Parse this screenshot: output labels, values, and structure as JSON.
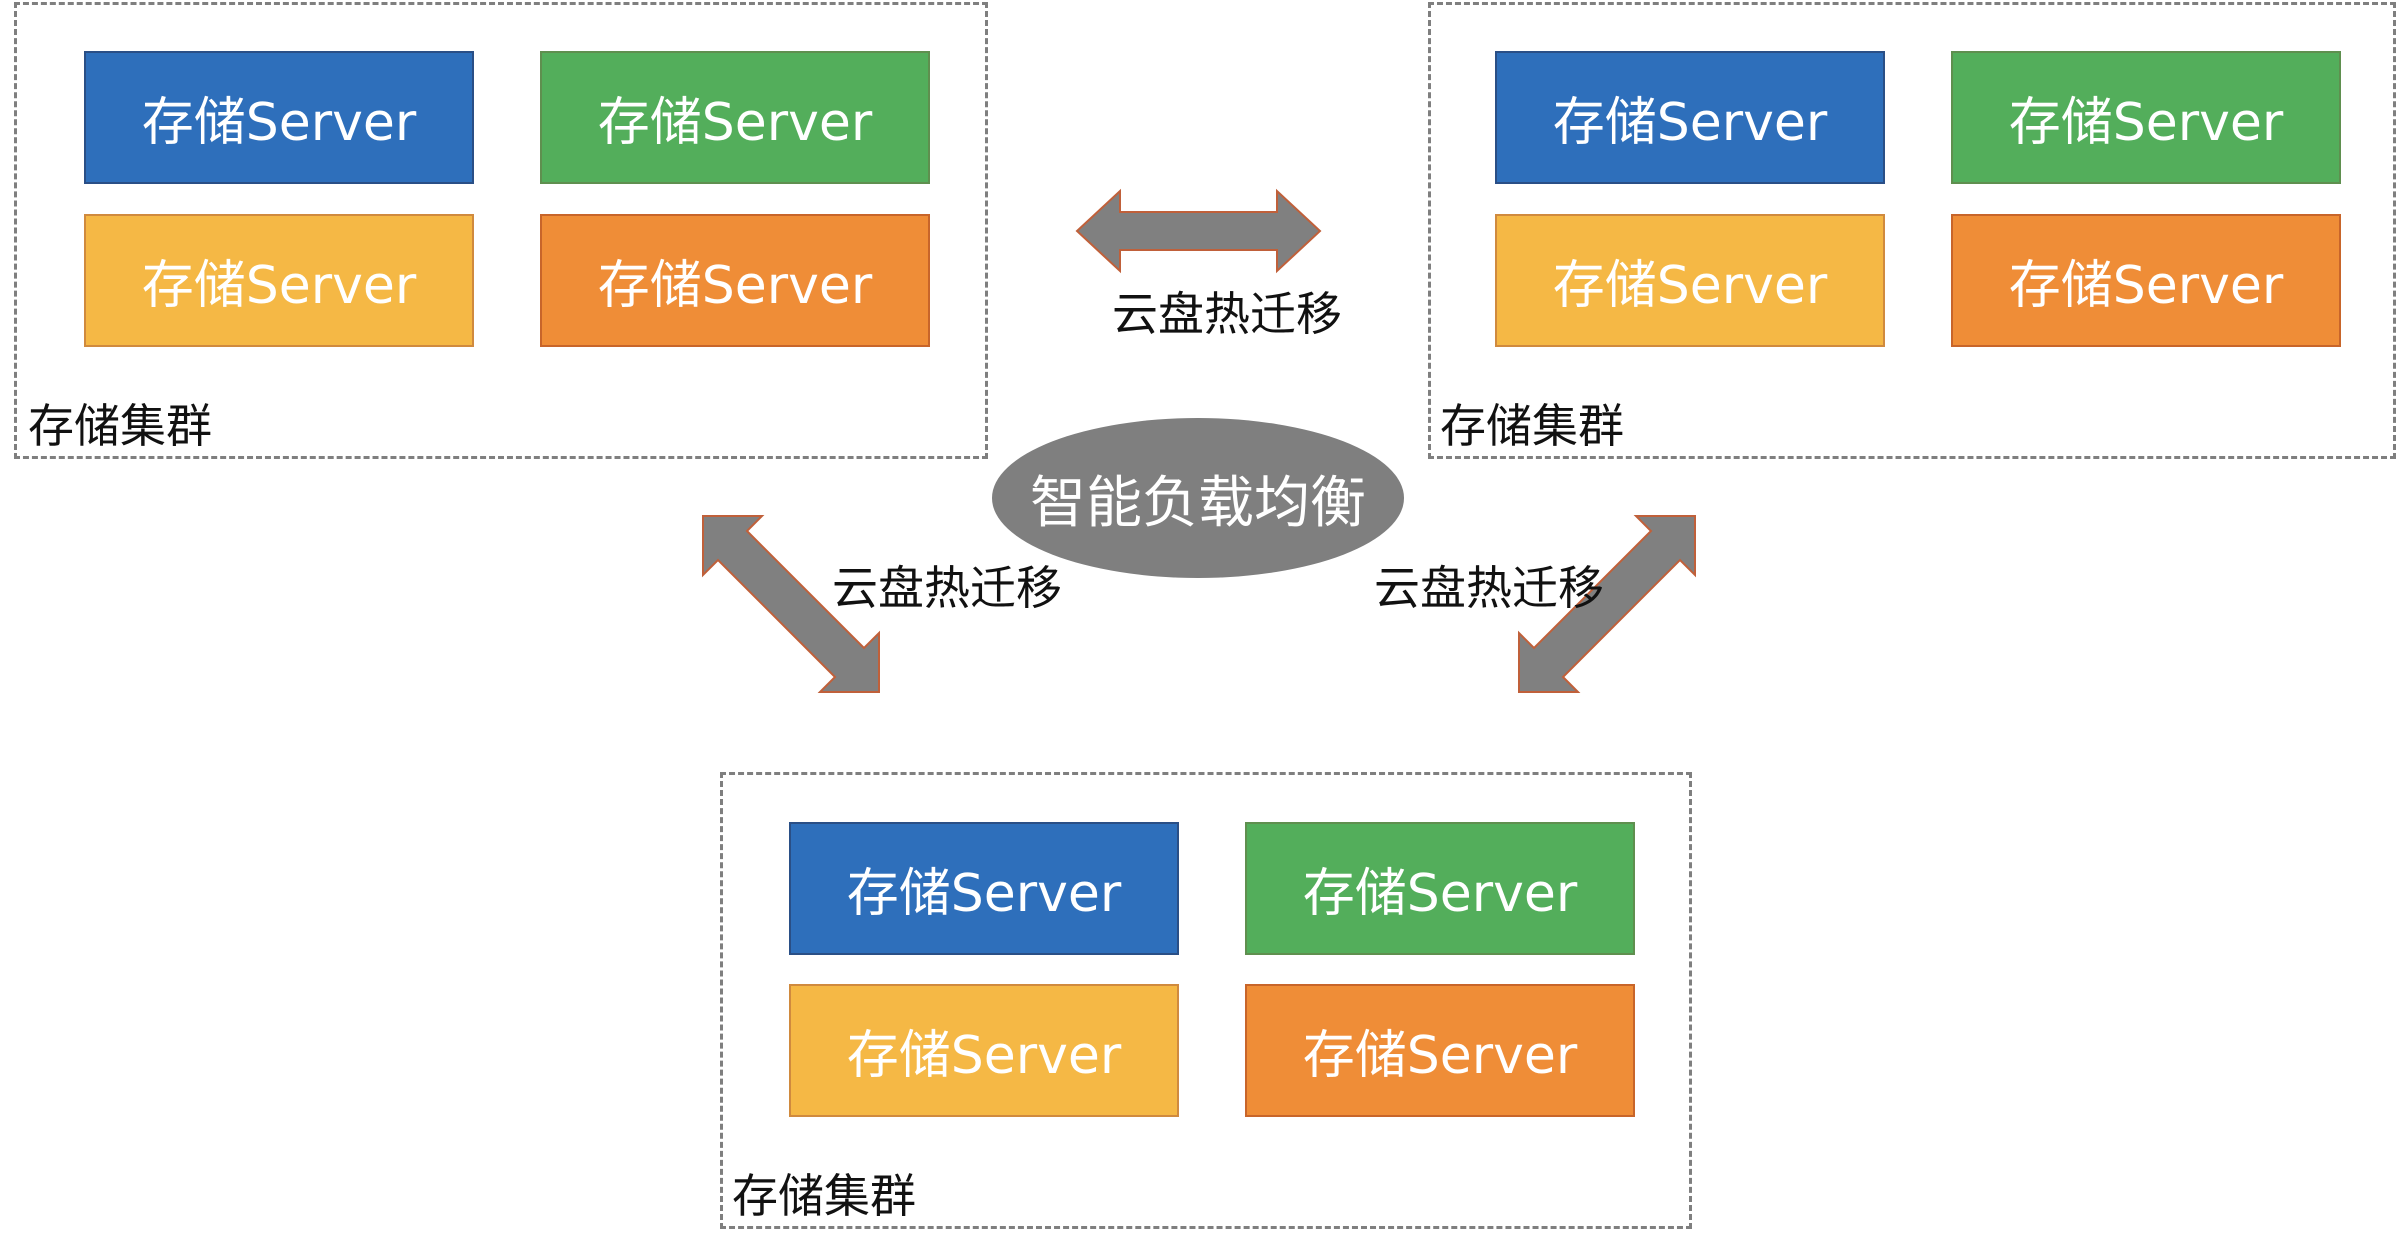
{
  "colors": {
    "blue": "#2e6fbb",
    "green": "#53ae5b",
    "yellow": "#f5b845",
    "orange": "#ef8d37",
    "arrow": "#808080",
    "balancer": "#7f7f7f"
  },
  "clusters": [
    {
      "label": "存储集群",
      "servers": [
        {
          "label": "存储Server",
          "color": "blue"
        },
        {
          "label": "存储Server",
          "color": "green"
        },
        {
          "label": "存储Server",
          "color": "yellow"
        },
        {
          "label": "存储Server",
          "color": "orange"
        }
      ]
    },
    {
      "label": "存储集群",
      "servers": [
        {
          "label": "存储Server",
          "color": "blue"
        },
        {
          "label": "存储Server",
          "color": "green"
        },
        {
          "label": "存储Server",
          "color": "yellow"
        },
        {
          "label": "存储Server",
          "color": "orange"
        }
      ]
    },
    {
      "label": "存储集群",
      "servers": [
        {
          "label": "存储Server",
          "color": "blue"
        },
        {
          "label": "存储Server",
          "color": "green"
        },
        {
          "label": "存储Server",
          "color": "yellow"
        },
        {
          "label": "存储Server",
          "color": "orange"
        }
      ]
    }
  ],
  "migrations": [
    {
      "label": "云盘热迁移"
    },
    {
      "label": "云盘热迁移"
    },
    {
      "label": "云盘热迁移"
    }
  ],
  "balancer": {
    "label": "智能负载均衡"
  }
}
